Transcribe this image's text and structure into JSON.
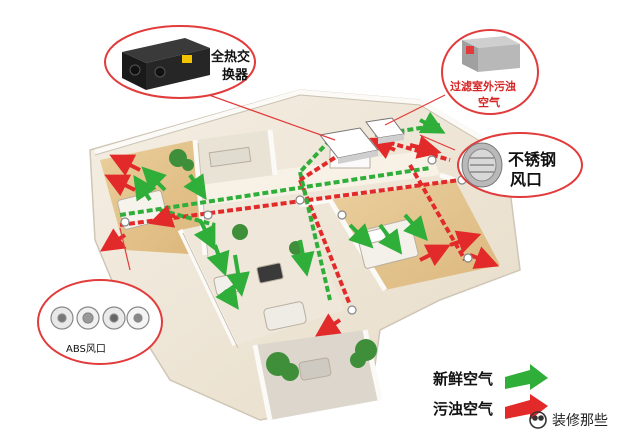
{
  "labels": {
    "heat_exchanger": [
      "全热交",
      "换器"
    ],
    "filter": [
      "过滤室外污浊",
      "空气"
    ],
    "stainless_vent": [
      "不锈钢",
      "风口"
    ],
    "abs_vent": "ABS风口"
  },
  "legend": {
    "fresh_air": "新鲜空气",
    "dirty_air": "污浊空气"
  },
  "watermark": "装修那些",
  "colors": {
    "fresh": "#2fae3a",
    "dirty": "#e22a2a",
    "callout": "#e23b3b"
  }
}
